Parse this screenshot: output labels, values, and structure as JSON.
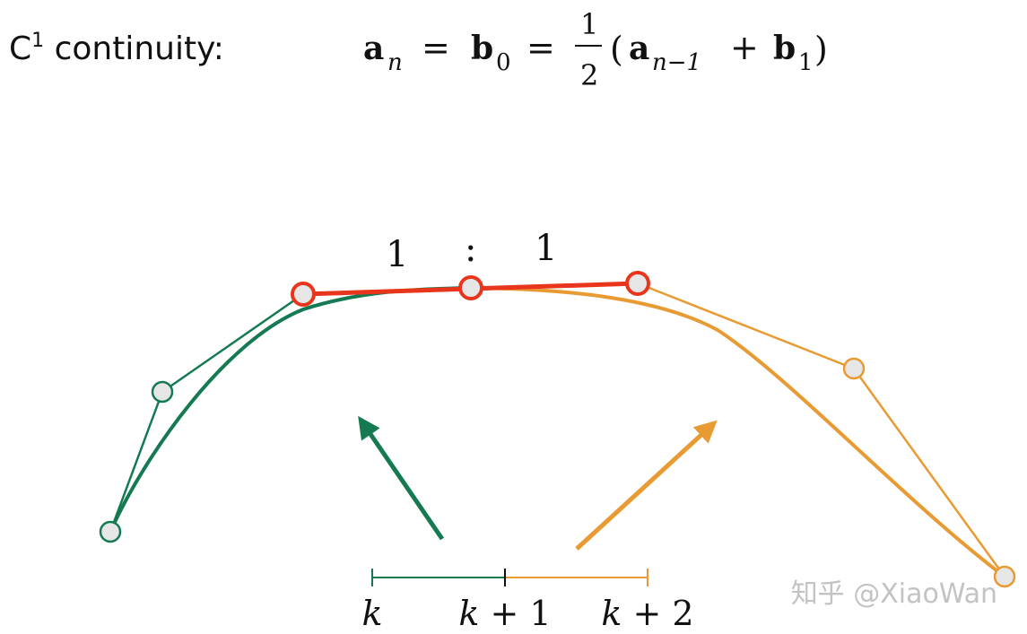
{
  "heading": {
    "label_prefix": "C",
    "label_superscript": "1",
    "label_suffix": " continuity:",
    "equation": {
      "lhs_symbol": "a",
      "lhs_sub": "n",
      "eq1": "=",
      "mid_symbol": "b",
      "mid_sub": "0",
      "eq2": "=",
      "frac_num": "1",
      "frac_den": "2",
      "paren_open": "(",
      "term1_symbol": "a",
      "term1_sub": "n−1",
      "plus": "+",
      "term2_symbol": "b",
      "term2_sub": "1",
      "paren_close": ")"
    }
  },
  "ratio": {
    "left": "1",
    "separator": ":",
    "right": "1"
  },
  "parameter_axis": {
    "labels": [
      {
        "var": "k",
        "op": "",
        "num": ""
      },
      {
        "var": "k",
        "op": " + ",
        "num": "1"
      },
      {
        "var": "k",
        "op": " + ",
        "num": "2"
      }
    ]
  },
  "watermark": {
    "text": "知乎 @XiaoWan"
  },
  "colors": {
    "green_curve": "#157a52",
    "orange_curve": "#e89a33",
    "red_tangent": "#e8351c",
    "point_fill": "#e6e6e6"
  }
}
